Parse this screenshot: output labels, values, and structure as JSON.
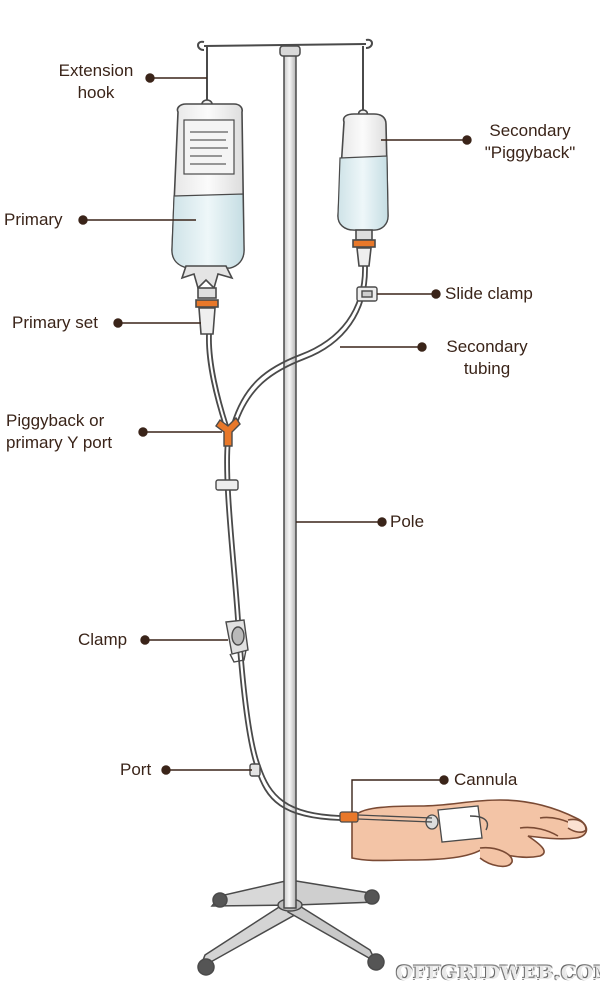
{
  "labels": {
    "extension_hook": [
      "Extension",
      "hook"
    ],
    "primary": "Primary",
    "primary_set": "Primary set",
    "piggyback_port": [
      "Piggyback or",
      "primary Y port"
    ],
    "clamp": "Clamp",
    "port": "Port",
    "secondary": [
      "Secondary",
      "\"Piggyback\""
    ],
    "slide_clamp": "Slide clamp",
    "secondary_tubing": [
      "Secondary",
      "tubing"
    ],
    "pole": "Pole",
    "cannula": "Cannula"
  },
  "watermark": "OFFGRIDWEB.COM",
  "colors": {
    "label_text": "#3a2419",
    "leader_line": "#3a2419",
    "outline": "#4a4a4a",
    "fluid": "#dfeef2",
    "connector": "#e8782a",
    "skin": "#f3c4a6"
  }
}
